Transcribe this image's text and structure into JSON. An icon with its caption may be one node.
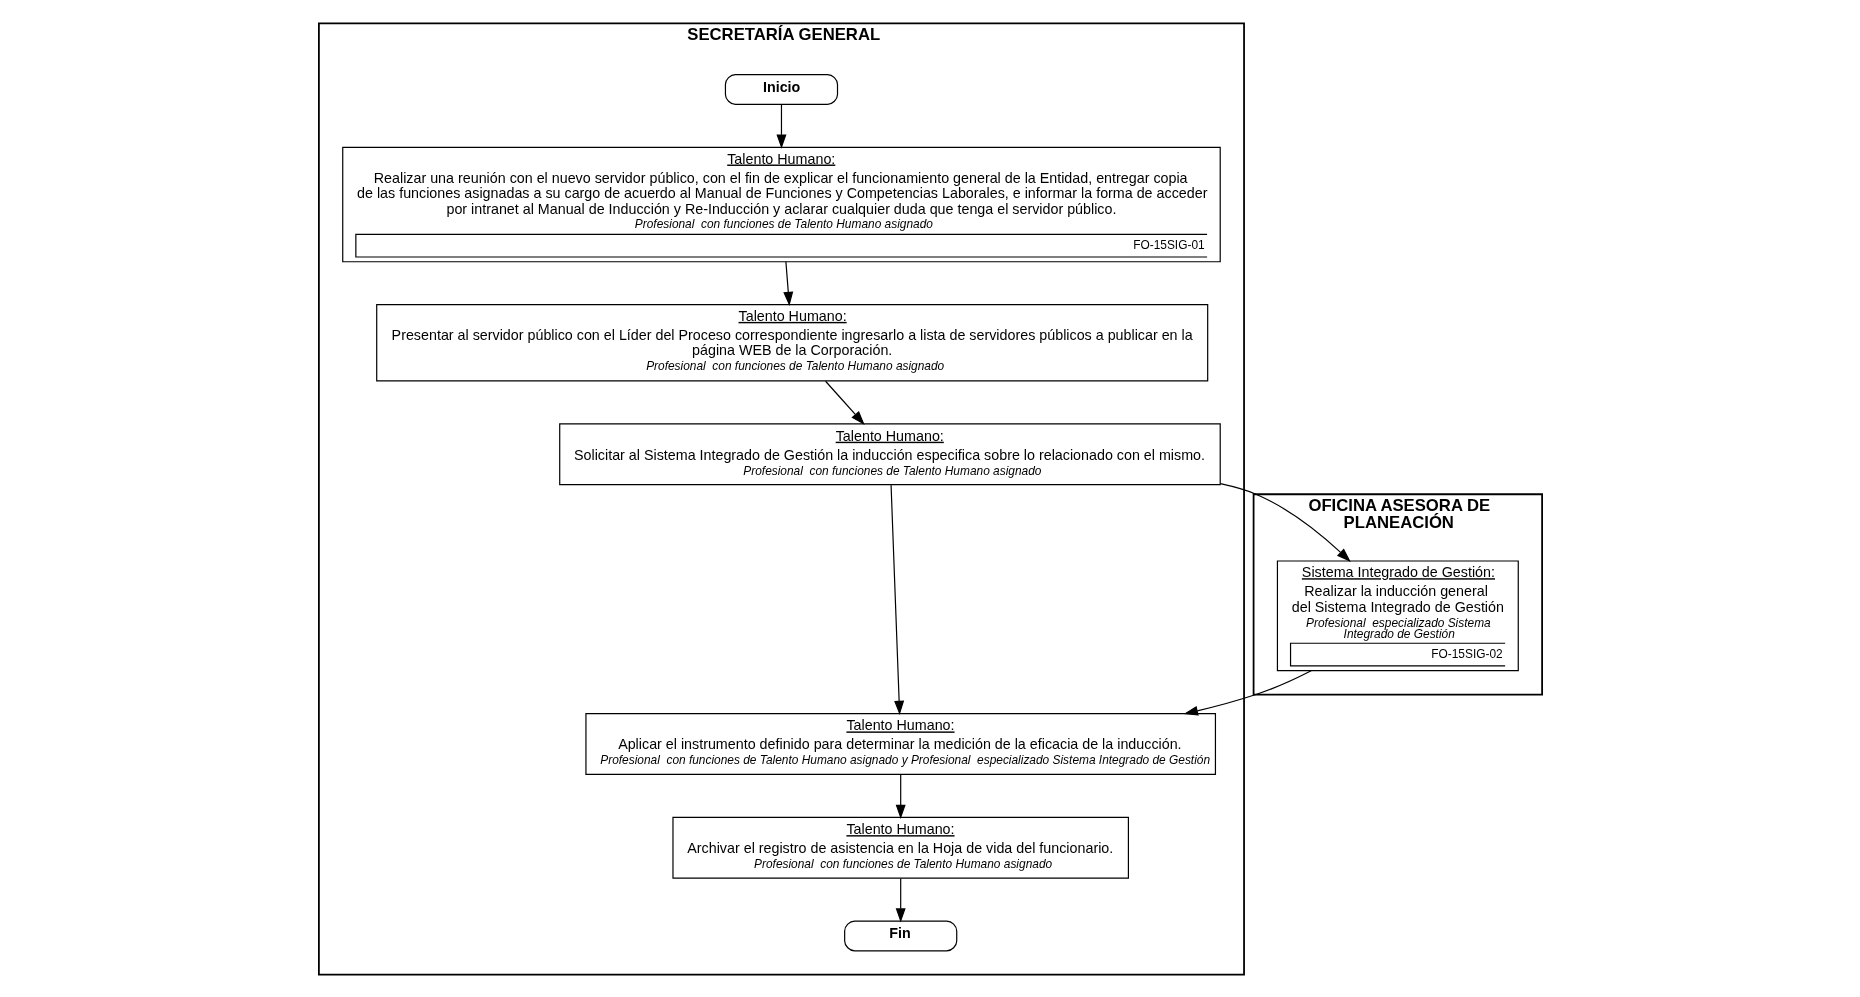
{
  "diagram": {
    "nodes": [
      {
        "text": [
          "SECRETARÍA GENERAL"
        ]
      },
      {
        "text": [
          "OFICINA ASESORA DE PLANEACIÓN"
        ]
      },
      {
        "text": [
          "Inicio"
        ],
        "in": 0
      },
      {
        "text": [
          "Talento Humano:",
          "Realizar una reunión con el nuevo servidor público, con el fin de explicar el funcionamiento general de la Entidad, entregar copia de las funciones asignadas a su cargo de acuerdo al Manual de Funciones y Competencias Laborales, e informar la forma de acceder por intranet al Manual de Inducción y Re-Inducción y aclarar cualquier duda que tenga el servidor público.",
          "Profesional  con funciones de Talento Humano asignado",
          "FO-15SIG-01"
        ],
        "in": 0
      },
      {
        "text": [
          "Talento Humano:",
          "Presentar al servidor público con el Líder del Proceso correspondiente ingresarlo a lista de servidores públicos a publicar en la página WEB de la Corporación.",
          "Profesional  con funciones de Talento Humano asignado"
        ],
        "in": 0
      },
      {
        "text": [
          "Talento Humano:",
          "Solicitar al Sistema Integrado de Gestión la inducción especifica sobre lo relacionado con el mismo.",
          "Profesional  con funciones de Talento Humano asignado"
        ],
        "in": 0
      },
      {
        "text": [
          "Sistema Integrado de Gestión:",
          "Realizar la inducción general del Sistema Integrado de Gestión",
          "Profesional  especializado Sistema Integrado de Gestión",
          "FO-15SIG-02"
        ],
        "in": 1
      },
      {
        "text": [
          "Talento Humano:",
          "Aplicar el instrumento definido para determinar la medición de la eficacia de la inducción.",
          "Profesional  con funciones de Talento Humano asignado y Profesional  especializado Sistema Integrado de Gestión"
        ],
        "in": 0
      },
      {
        "text": [
          "Talento Humano:",
          "Archivar el registro de asistencia en la Hoja de vida del funcionario.",
          "Profesional  con funciones de Talento Humano asignado"
        ],
        "in": 0
      },
      {
        "text": [
          "Fin"
        ],
        "in": 0
      }
    ],
    "edges": [
      {
        "from": 2,
        "to": 3,
        "arrow": "to"
      },
      {
        "from": 3,
        "to": 4,
        "arrow": "to"
      },
      {
        "from": 4,
        "to": 5,
        "arrow": "to"
      },
      {
        "from": 5,
        "to": 6,
        "arrow": "to"
      },
      {
        "from": 6,
        "to": 7,
        "arrow": "to"
      },
      {
        "from": 5,
        "to": 7,
        "arrow": "to"
      },
      {
        "from": 7,
        "to": 8,
        "arrow": "to"
      },
      {
        "from": 8,
        "to": 9,
        "arrow": "to"
      }
    ]
  }
}
